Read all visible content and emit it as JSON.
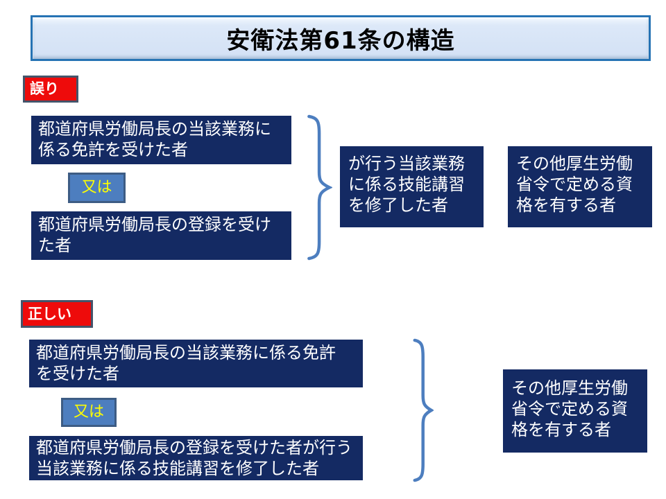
{
  "title": {
    "text": "安衛法第61条の構造"
  },
  "colors": {
    "navy_box": "#142a63",
    "navy_box_text": "#ffffff",
    "or_box_fill": "#4d7ebf",
    "or_box_border": "#3d5c84",
    "or_box_text": "#ffff00",
    "tag_fill": "#ee0b0b",
    "tag_border": "#44546a",
    "tag_text": "#ffffff",
    "title_fill": "#d9e6f8",
    "title_border": "#2673b4",
    "brace": "#4d7ebf"
  },
  "wrong": {
    "label": "誤り",
    "license": "都道府県労働局長の当該業務に\n係る免許を受けた者",
    "or_label": "又は",
    "registration": "都道府県労働局長の登録を受け\nた者",
    "training": "が行う当該業務\nに係る技能講習\nを修了した者",
    "other": "その他厚生労働\n省令で定める資\n格を有する者"
  },
  "correct": {
    "label": "正しい",
    "license": "都道府県労働局長の当該業務に係る免許\nを受けた者",
    "or_label": "又は",
    "registration_training": "都道府県労働局長の登録を受けた者が行う\n当該業務に係る技能講習を修了した者",
    "other": "その他厚生労働\n省令で定める資\n格を有する者"
  }
}
